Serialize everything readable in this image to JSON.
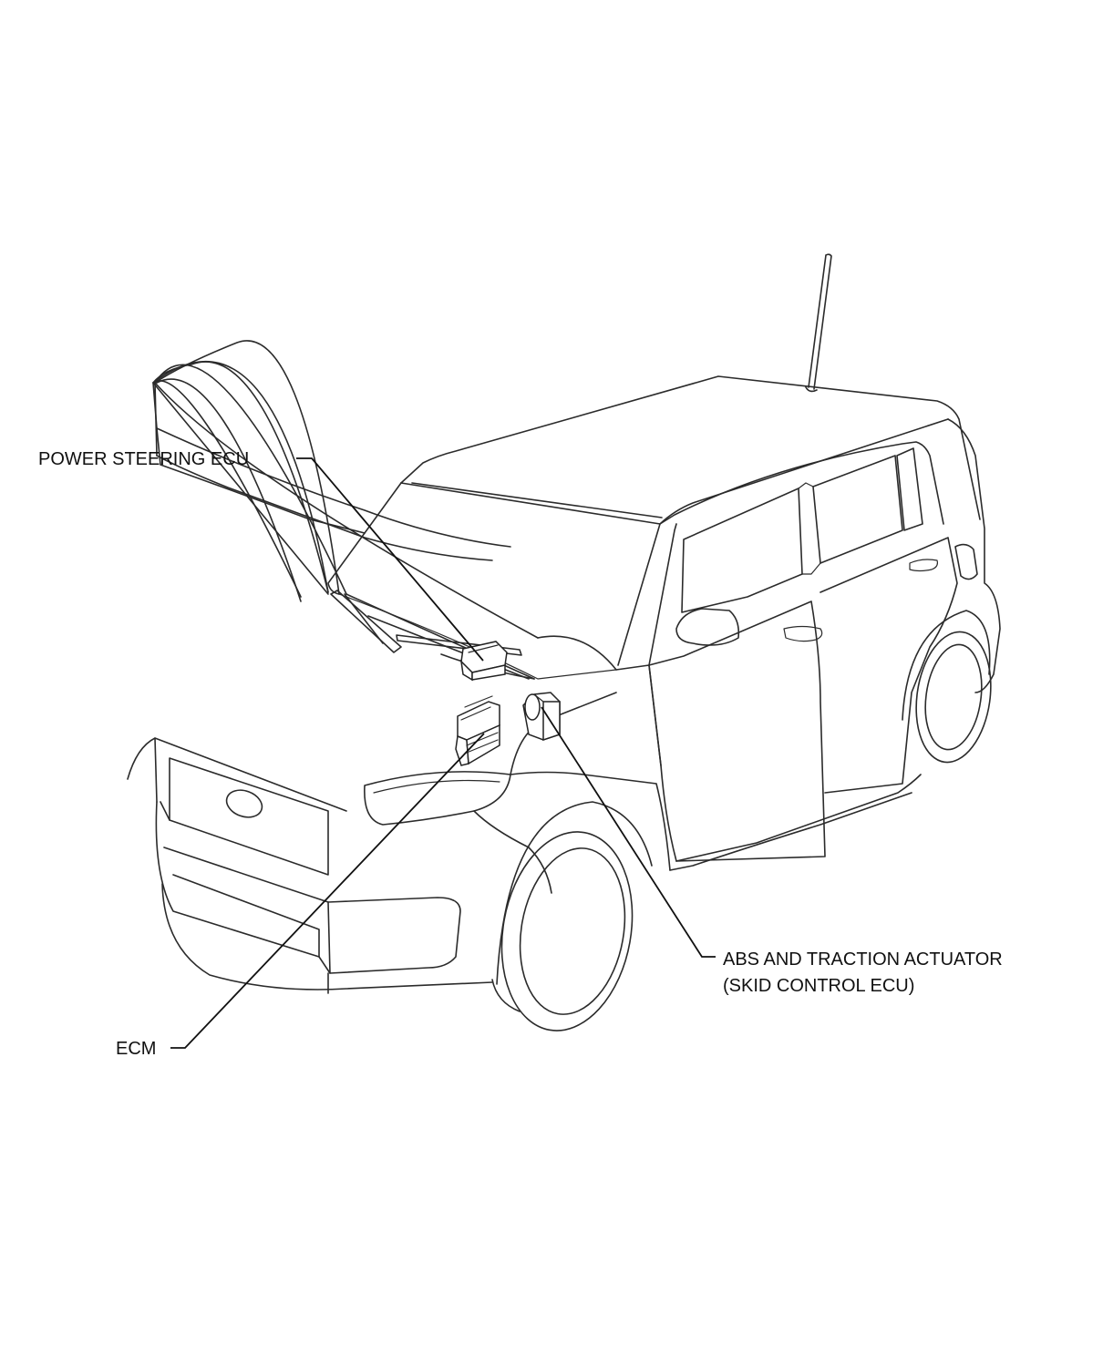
{
  "callouts": {
    "power_steering_ecu": "POWER STEERING ECU",
    "ecm": "ECM",
    "abs_actuator_line1": "ABS AND TRACTION ACTUATOR",
    "abs_actuator_line2": "(SKID CONTROL ECU)"
  }
}
